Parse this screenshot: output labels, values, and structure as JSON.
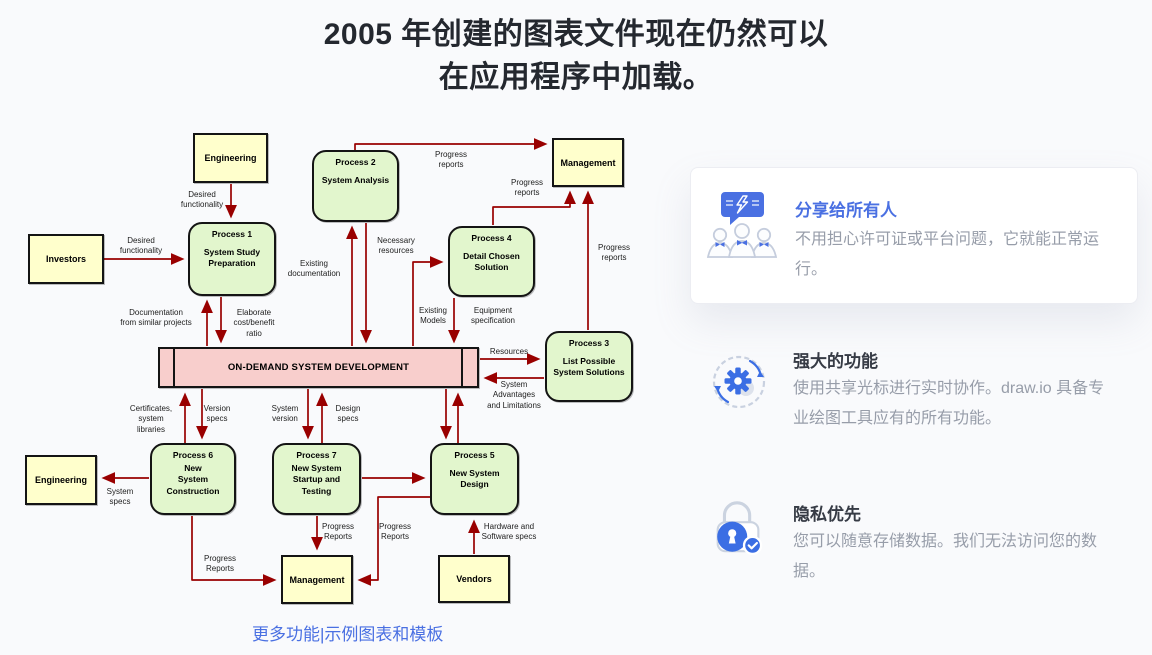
{
  "page": {
    "title_line1": "2005 年创建的图表文件现在仍然可以",
    "title_line2": "在应用程序中加载。"
  },
  "diagram": {
    "entities": [
      {
        "label": "Engineering"
      },
      {
        "label": "Investors"
      },
      {
        "label": "Management"
      },
      {
        "label": "Engineering"
      },
      {
        "label": "Management"
      },
      {
        "label": "Vendors"
      }
    ],
    "processes": [
      {
        "title": "Process 1",
        "label": "System Study\nPreparation"
      },
      {
        "title": "Process 2",
        "label": "System Analysis"
      },
      {
        "title": "Process 4",
        "label": "Detail Chosen\nSolution"
      },
      {
        "title": "Process 3",
        "label": "List Possible\nSystem Solutions"
      },
      {
        "title": "Process 6",
        "label": "New\nSystem\nConstruction"
      },
      {
        "title": "Process 7",
        "label": "New System\nStartup and\nTesting"
      },
      {
        "title": "Process 5",
        "label": "New System\nDesign"
      }
    ],
    "bar": {
      "label": "ON-DEMAND SYSTEM DEVELOPMENT"
    },
    "edge_labels": [
      {
        "text": "Desired\nfunctionality"
      },
      {
        "text": "Desired\nfunctionality"
      },
      {
        "text": "Progress\nreports"
      },
      {
        "text": "Progress\nreports"
      },
      {
        "text": "Progress\nreports"
      },
      {
        "text": "Necessary\nresources"
      },
      {
        "text": "Existing\ndocumentation"
      },
      {
        "text": "Documentation\nfrom similar projects"
      },
      {
        "text": "Elaborate\ncost/benefit\nratio"
      },
      {
        "text": "Existing\nModels"
      },
      {
        "text": "Equipment\nspecification"
      },
      {
        "text": "Resources"
      },
      {
        "text": "System\nAdvantages\nand Limitations"
      },
      {
        "text": "Certificates,\nsystem\nlibraries"
      },
      {
        "text": "Version\nspecs"
      },
      {
        "text": "System\nversion"
      },
      {
        "text": "Design\nspecs"
      },
      {
        "text": "System\nspecs"
      },
      {
        "text": "Progress\nReports"
      },
      {
        "text": "Progress\nReports"
      },
      {
        "text": "Progress\nReports"
      },
      {
        "text": "Hardware and\nSoftware specs"
      }
    ],
    "colors": {
      "entity_fill": "#ffffcc",
      "process_fill": "#e2f6cd",
      "bar_fill": "#f8cecc",
      "arrow": "#990000"
    }
  },
  "features": [
    {
      "icon": "people-chat-icon",
      "title": "分享给所有人",
      "desc": "不用担心许可证或平台问题，它就能正常运行。"
    },
    {
      "icon": "gear-sync-icon",
      "title": "强大的功能",
      "desc": "使用共享光标进行实时协作。draw.io 具备专业绘图工具应有的所有功能。"
    },
    {
      "icon": "lock-check-icon",
      "title": "隐私优先",
      "desc": "您可以随意存储数据。我们无法访问您的数据。"
    }
  ],
  "footer": {
    "more_label": "更多功能",
    "separator": "|",
    "templates_label": "示例图表和模板"
  },
  "accent_colors": {
    "link_blue": "#4a70e2",
    "icon_blue": "#3b6ee4",
    "icon_gray": "#c9d1e0"
  }
}
